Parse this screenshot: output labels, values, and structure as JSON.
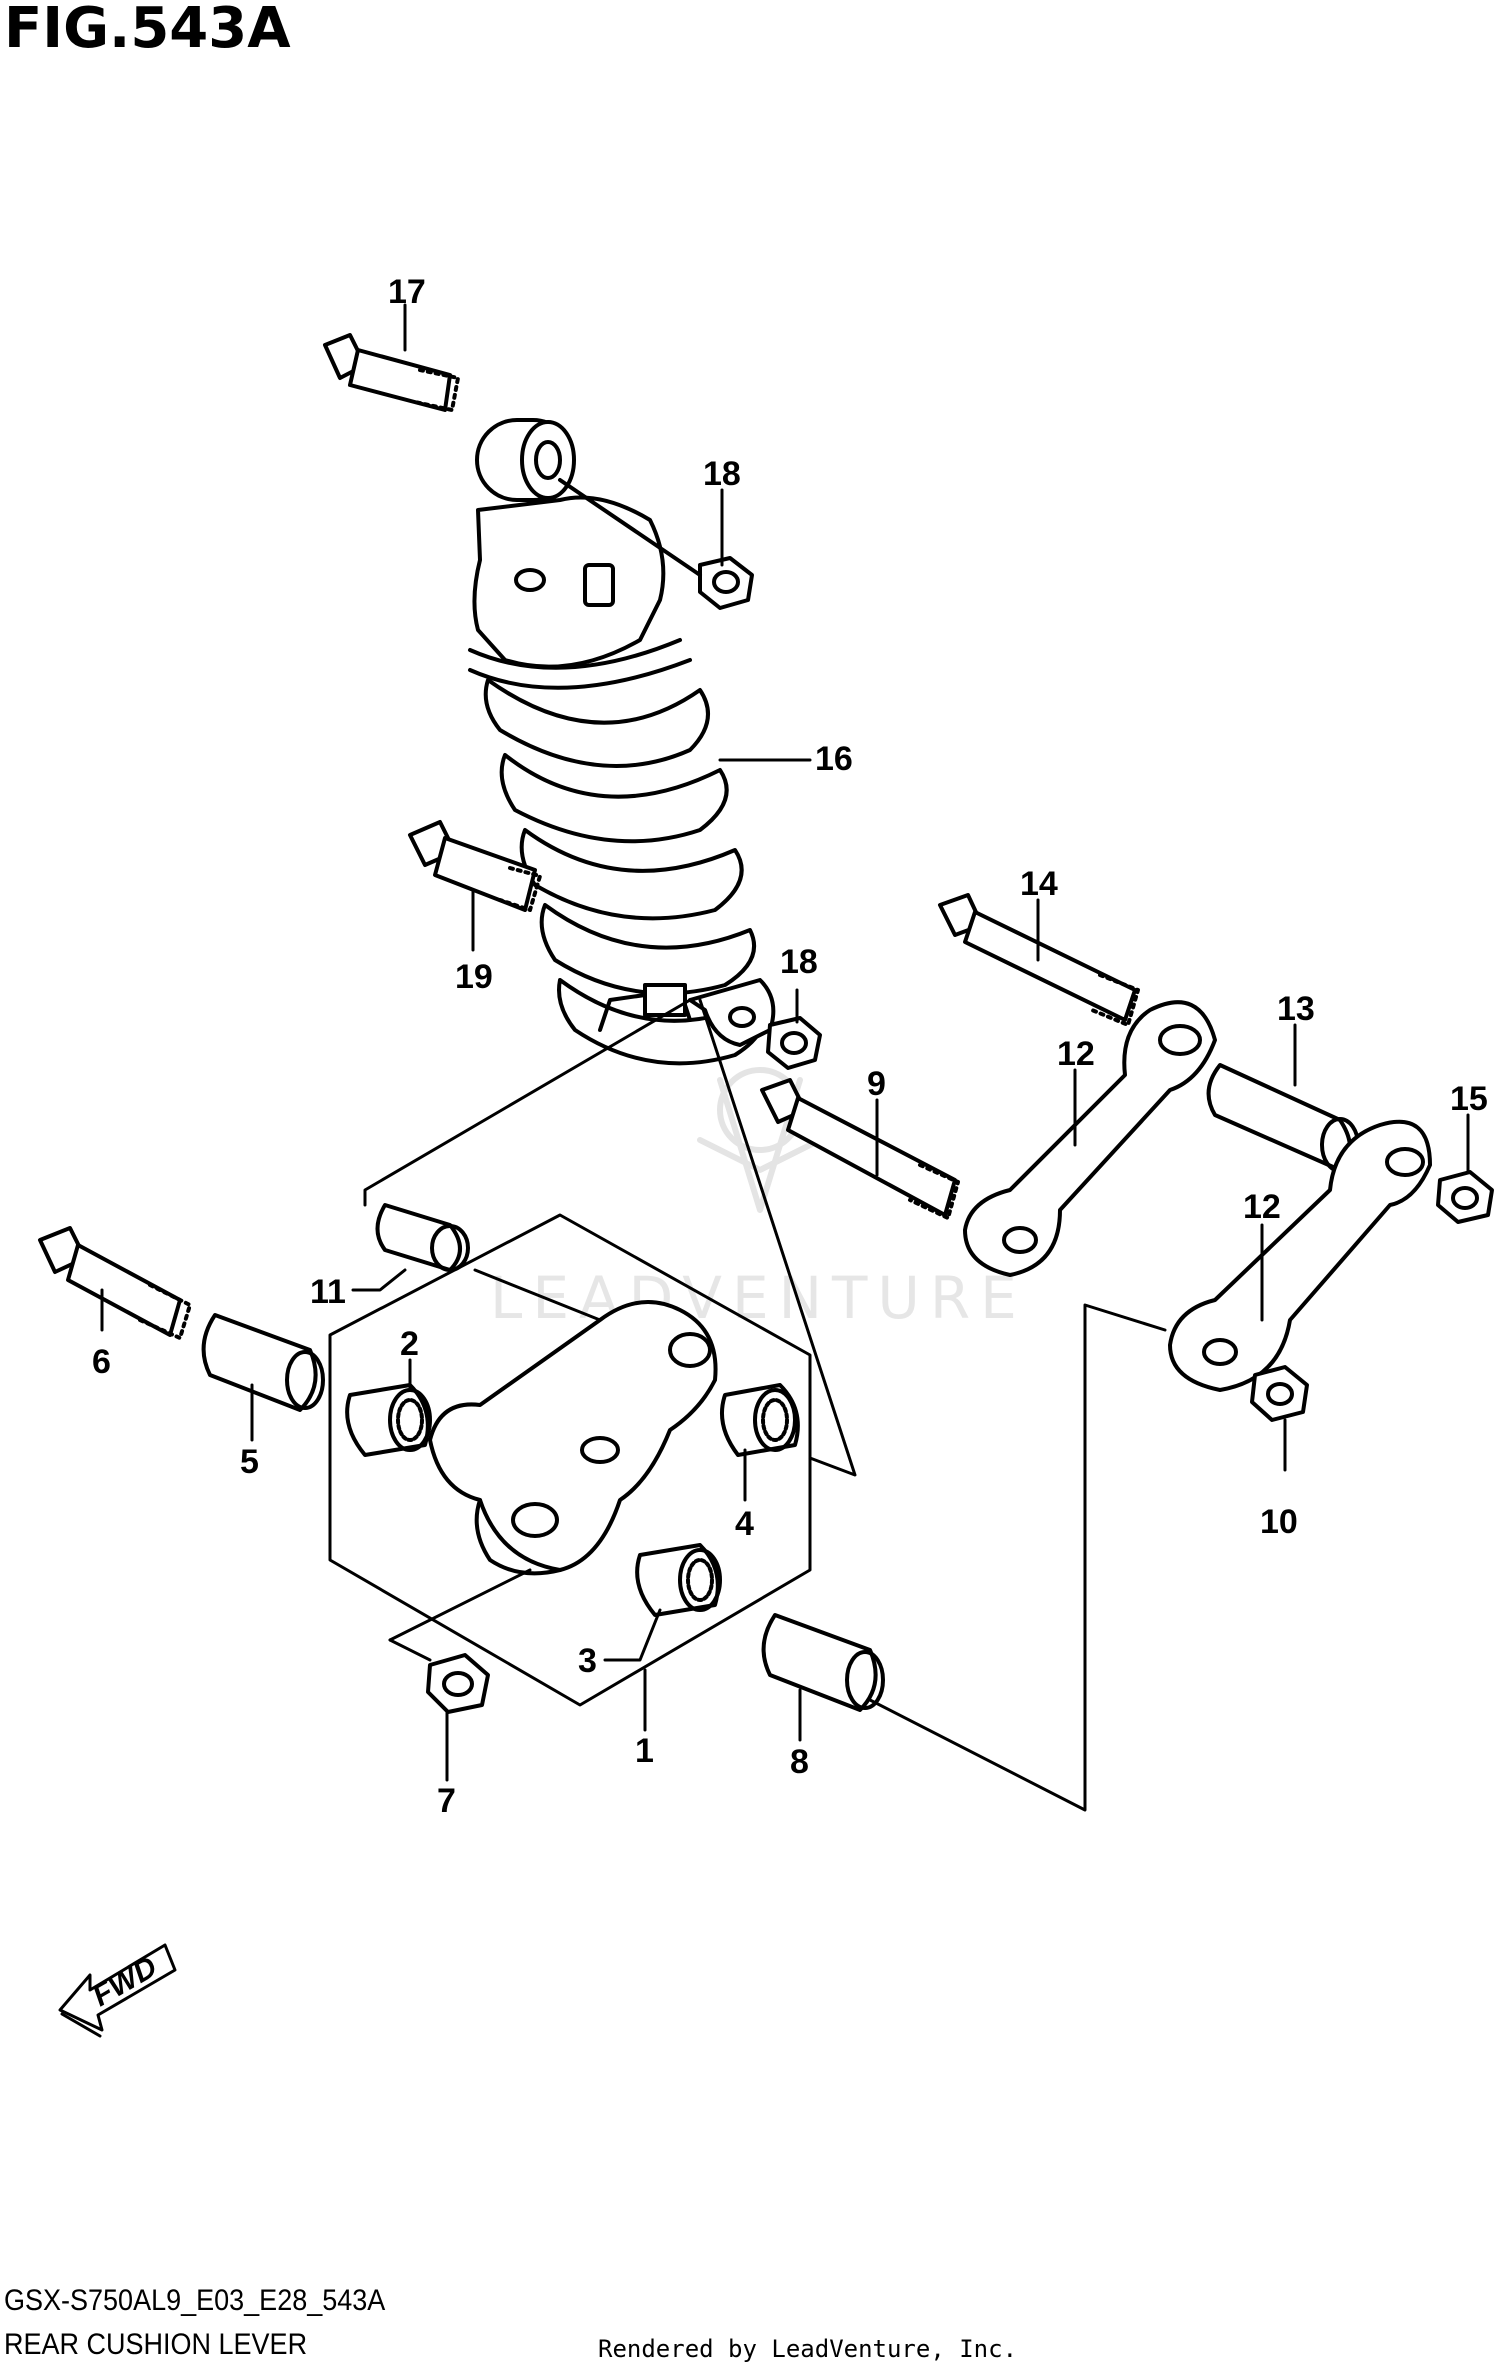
{
  "figure": {
    "title": "FIG.543A",
    "model_code": "GSX-S750AL9_E03_E28_543A",
    "section_name": "REAR CUSHION LEVER",
    "credit": "Rendered by LeadVenture, Inc.",
    "watermark": "LEADVENTURE",
    "direction_badge": "FWD"
  },
  "callouts": [
    "17",
    "18",
    "16",
    "19",
    "14",
    "18",
    "13",
    "9",
    "12",
    "15",
    "12",
    "11",
    "6",
    "2",
    "4",
    "10",
    "5",
    "3",
    "1",
    "8",
    "7"
  ]
}
